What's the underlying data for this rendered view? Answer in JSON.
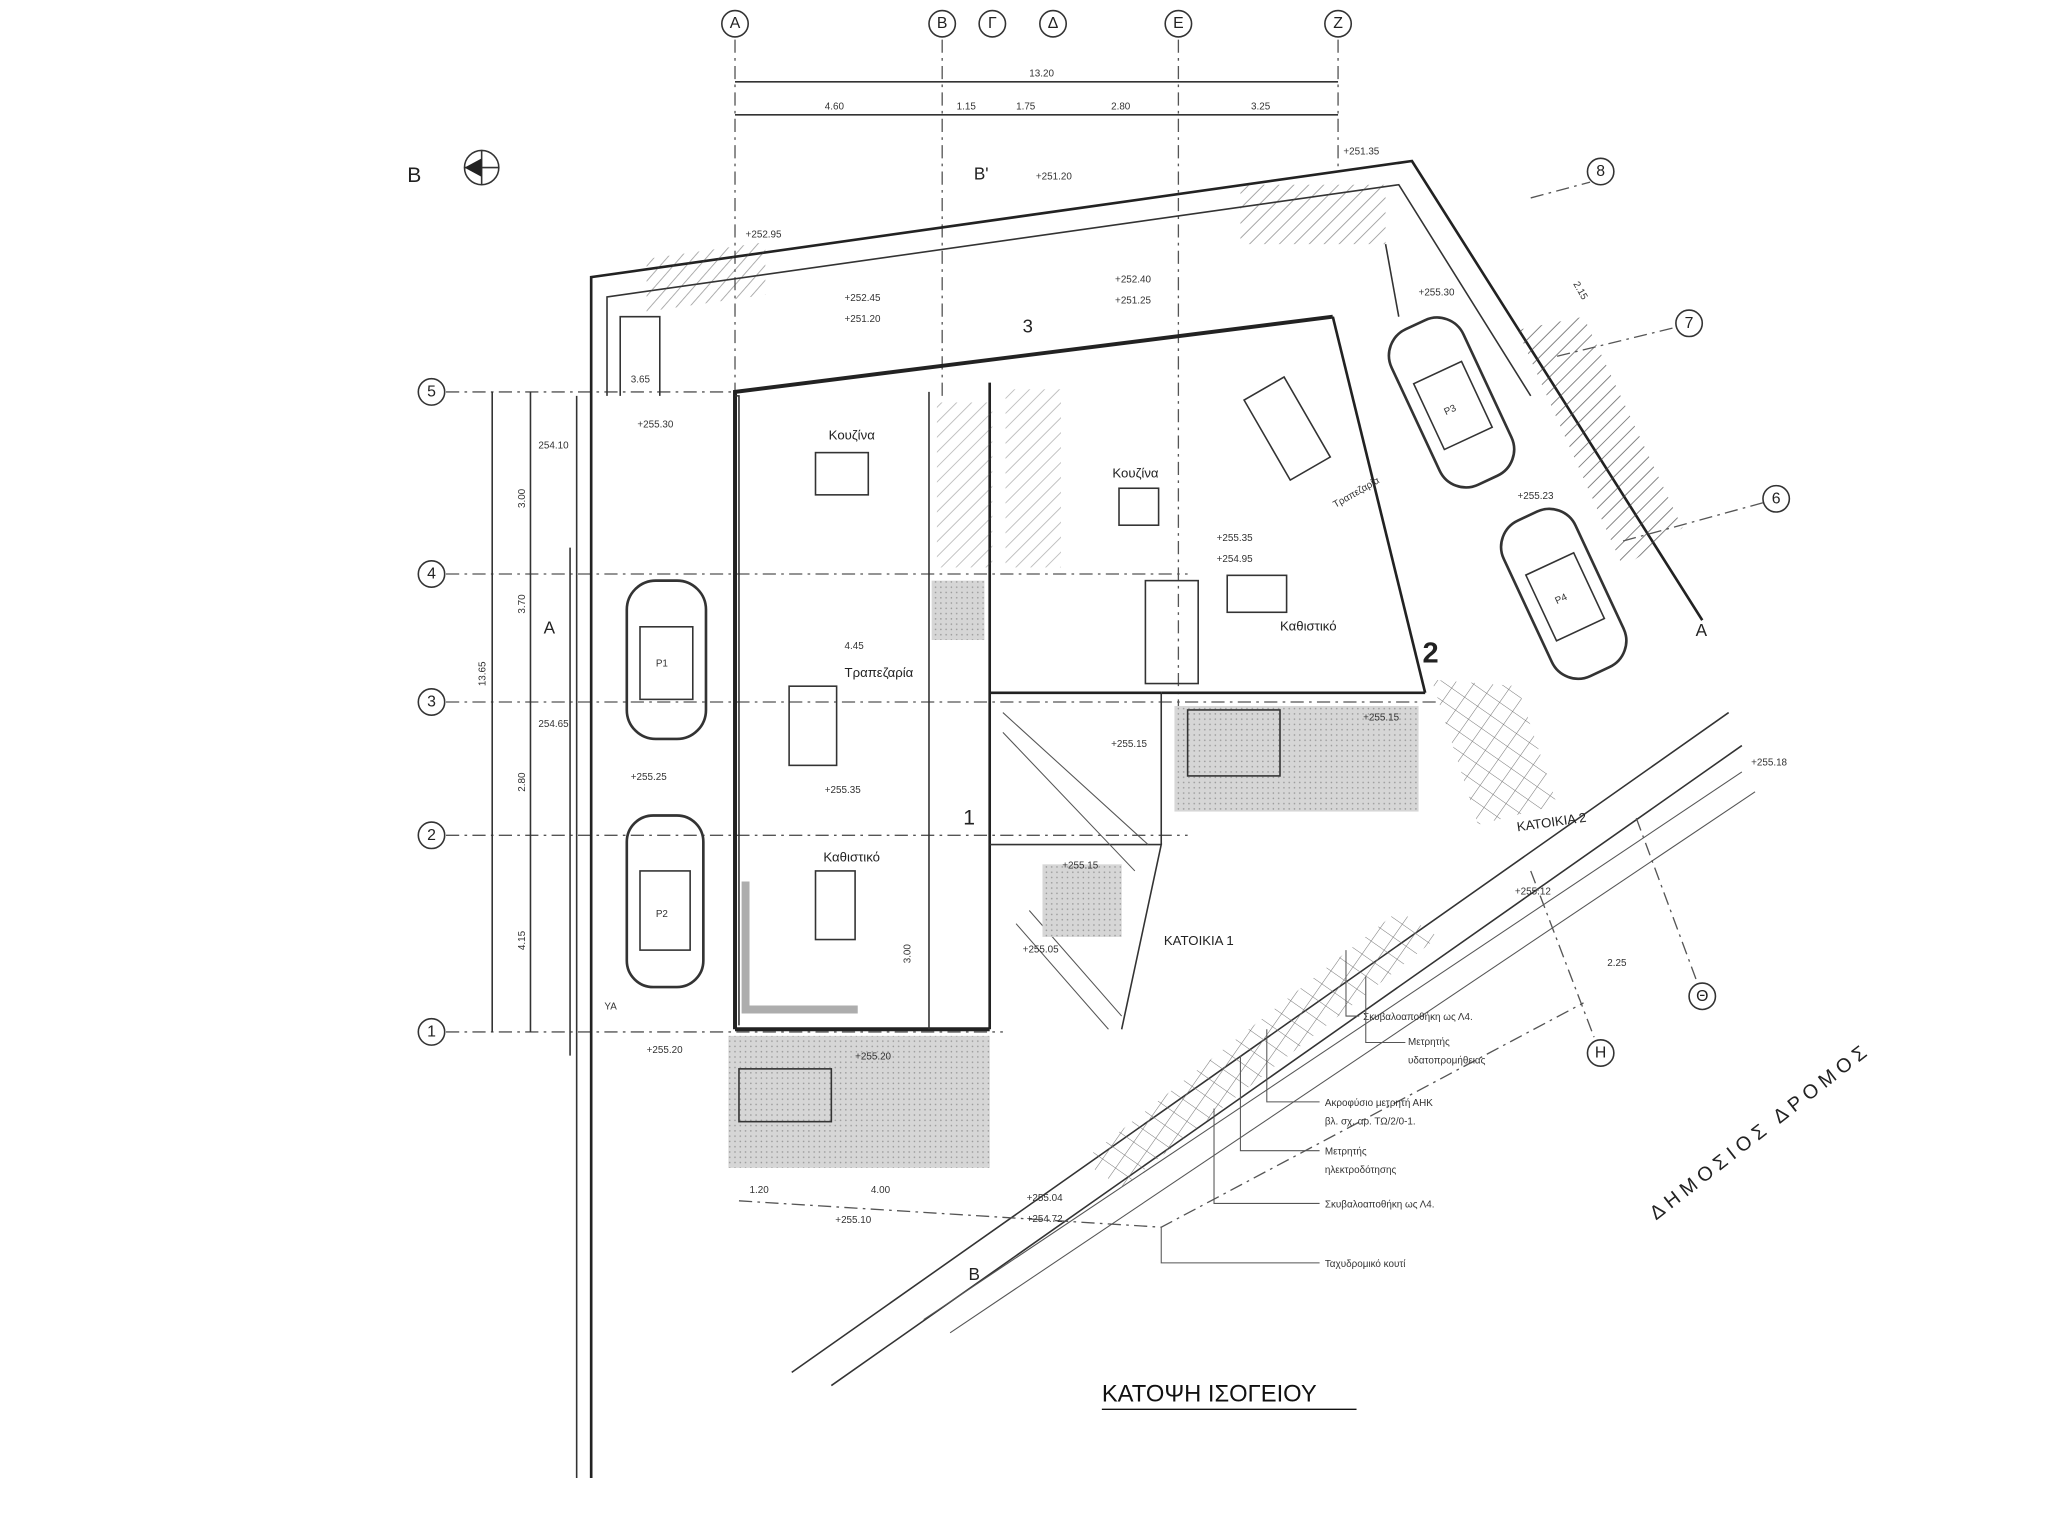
{
  "title": "ΚΑΤΟΨΗ ΙΣΟΓΕΙΟΥ",
  "road_label": "ΔΗΜΟΣΙΟΣ ΔΡΟΜΟΣ",
  "north_label": "B",
  "grid_columns": [
    "A",
    "B",
    "Γ",
    "Δ",
    "E",
    "Z"
  ],
  "grid_rows": [
    "5",
    "4",
    "3",
    "2",
    "1"
  ],
  "grid_diagonal": [
    "8",
    "7",
    "6",
    "Η",
    "Θ"
  ],
  "dimensions_top": {
    "overall": "13.20",
    "segments": [
      "4.60",
      "1.15",
      "1.75",
      "2.80",
      "3.25"
    ]
  },
  "dimensions_left": {
    "overall": "13.65",
    "segments": [
      "3.00",
      "3.70",
      "2.80",
      "4.15"
    ]
  },
  "dimensions_other": [
    "1.20",
    "4.00",
    "2.15",
    "2.25",
    "3.65",
    "4.45",
    "3.00"
  ],
  "rooms": {
    "kitchen1": "Κουζίνα",
    "dining1": "Τραπεζαρία",
    "living1": "Καθιστικό",
    "kitchen2": "Κουζίνα",
    "living2": "Καθιστικό",
    "dining2": "Τραπεζαρία"
  },
  "units": [
    "ΚΑΤΟΙΚΙΑ 1",
    "ΚΑΤΟΙΚΙΑ 2"
  ],
  "parking": [
    "P1",
    "P2",
    "P3",
    "P4"
  ],
  "markers": {
    "ya": "ΥΑ",
    "section_a": "A",
    "section_b": "B",
    "section_b2": "B'",
    "stair_1": "1",
    "stair_2": "2",
    "stair_3": "3"
  },
  "elevations": [
    "+252.95",
    "+252.45",
    "+251.20",
    "+251.20",
    "+252.40",
    "+251.25",
    "+251.35",
    "+255.30",
    "+255.30",
    "254.10",
    "254.65",
    "+255.25",
    "+255.35",
    "+255.35",
    "+254.95",
    "+255.15",
    "+255.20",
    "+255.20",
    "+255.23",
    "+255.15",
    "+255.18",
    "+255.12",
    "+255.15",
    "+255.05",
    "+255.10",
    "+255.04",
    "+254.72"
  ],
  "annotations": [
    "Σκυβαλοαποθήκη ως Λ4.",
    "Μετρητής",
    "υδατοπρομήθειας",
    "Ακροφύσιο μετρητή ΑΗΚ",
    "βλ. σχ. αρ. ΤΩ/2/0-1.",
    "Μετρητής",
    "ηλεκτροδότησης",
    "Σκυβαλοαποθήκη ως Λ4.",
    "Ταχυδρομικό κουτί"
  ]
}
